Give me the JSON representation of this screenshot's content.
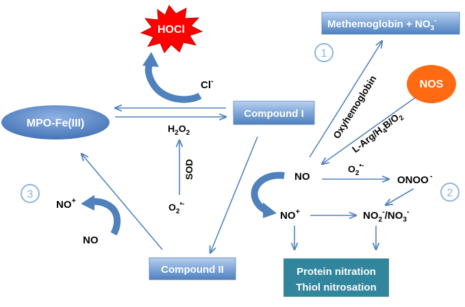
{
  "nodes": {
    "hocl": "HOCl",
    "methemoglobin_main": "Methemoglobin + NO",
    "methemoglobin_sub": "3",
    "methemoglobin_sup": "-",
    "nos": "NOS",
    "mpo": "MPO-Fe(III)",
    "compound1": "Compound I",
    "compound2": "Compound II",
    "products_line1": "Protein nitration",
    "products_line2": "Thiol nitrosation"
  },
  "pathway_numbers": {
    "p1": "1",
    "p2": "2",
    "p3": "3"
  },
  "labels": {
    "cl_main": "Cl",
    "cl_sup": "-",
    "h2o2_h": "H",
    "h2o2_sub1": "2",
    "h2o2_o": "O",
    "h2o2_sub2": "2",
    "sod": "SOD",
    "o2_left_main": "O",
    "o2_left_sub": "2",
    "o2_left_sup": "•-",
    "oxyhemoglobin": "Oxyhemoglobin",
    "larg_a": "L-Arg/H",
    "larg_sub1": "4",
    "larg_b": "B/O",
    "larg_sub2": "2",
    "no_center": "NO",
    "o2_right_main": "O",
    "o2_right_sub": "2",
    "o2_right_sup": "•-",
    "onoo_main": "ONOO",
    "onoo_sup": "-",
    "no_plus_right_main": "NO",
    "no_plus_right_sup": "+",
    "no2_main": "NO",
    "no2_sub": "2",
    "no2_sup": "-",
    "no3_main": "/NO",
    "no3_sub": "3",
    "no3_sup": "-",
    "no_plus_left_main": "NO",
    "no_plus_left_sup": "+",
    "no_left": "NO"
  },
  "colors": {
    "arrow": "#4f81bd",
    "box_top": "#a7c5ea",
    "box_bottom": "#4f81bd",
    "hocl_fill": "#ff0000",
    "nos_fill": "#ff6a13",
    "products_fill": "#31859c",
    "circle_num": "#8db3e2"
  }
}
